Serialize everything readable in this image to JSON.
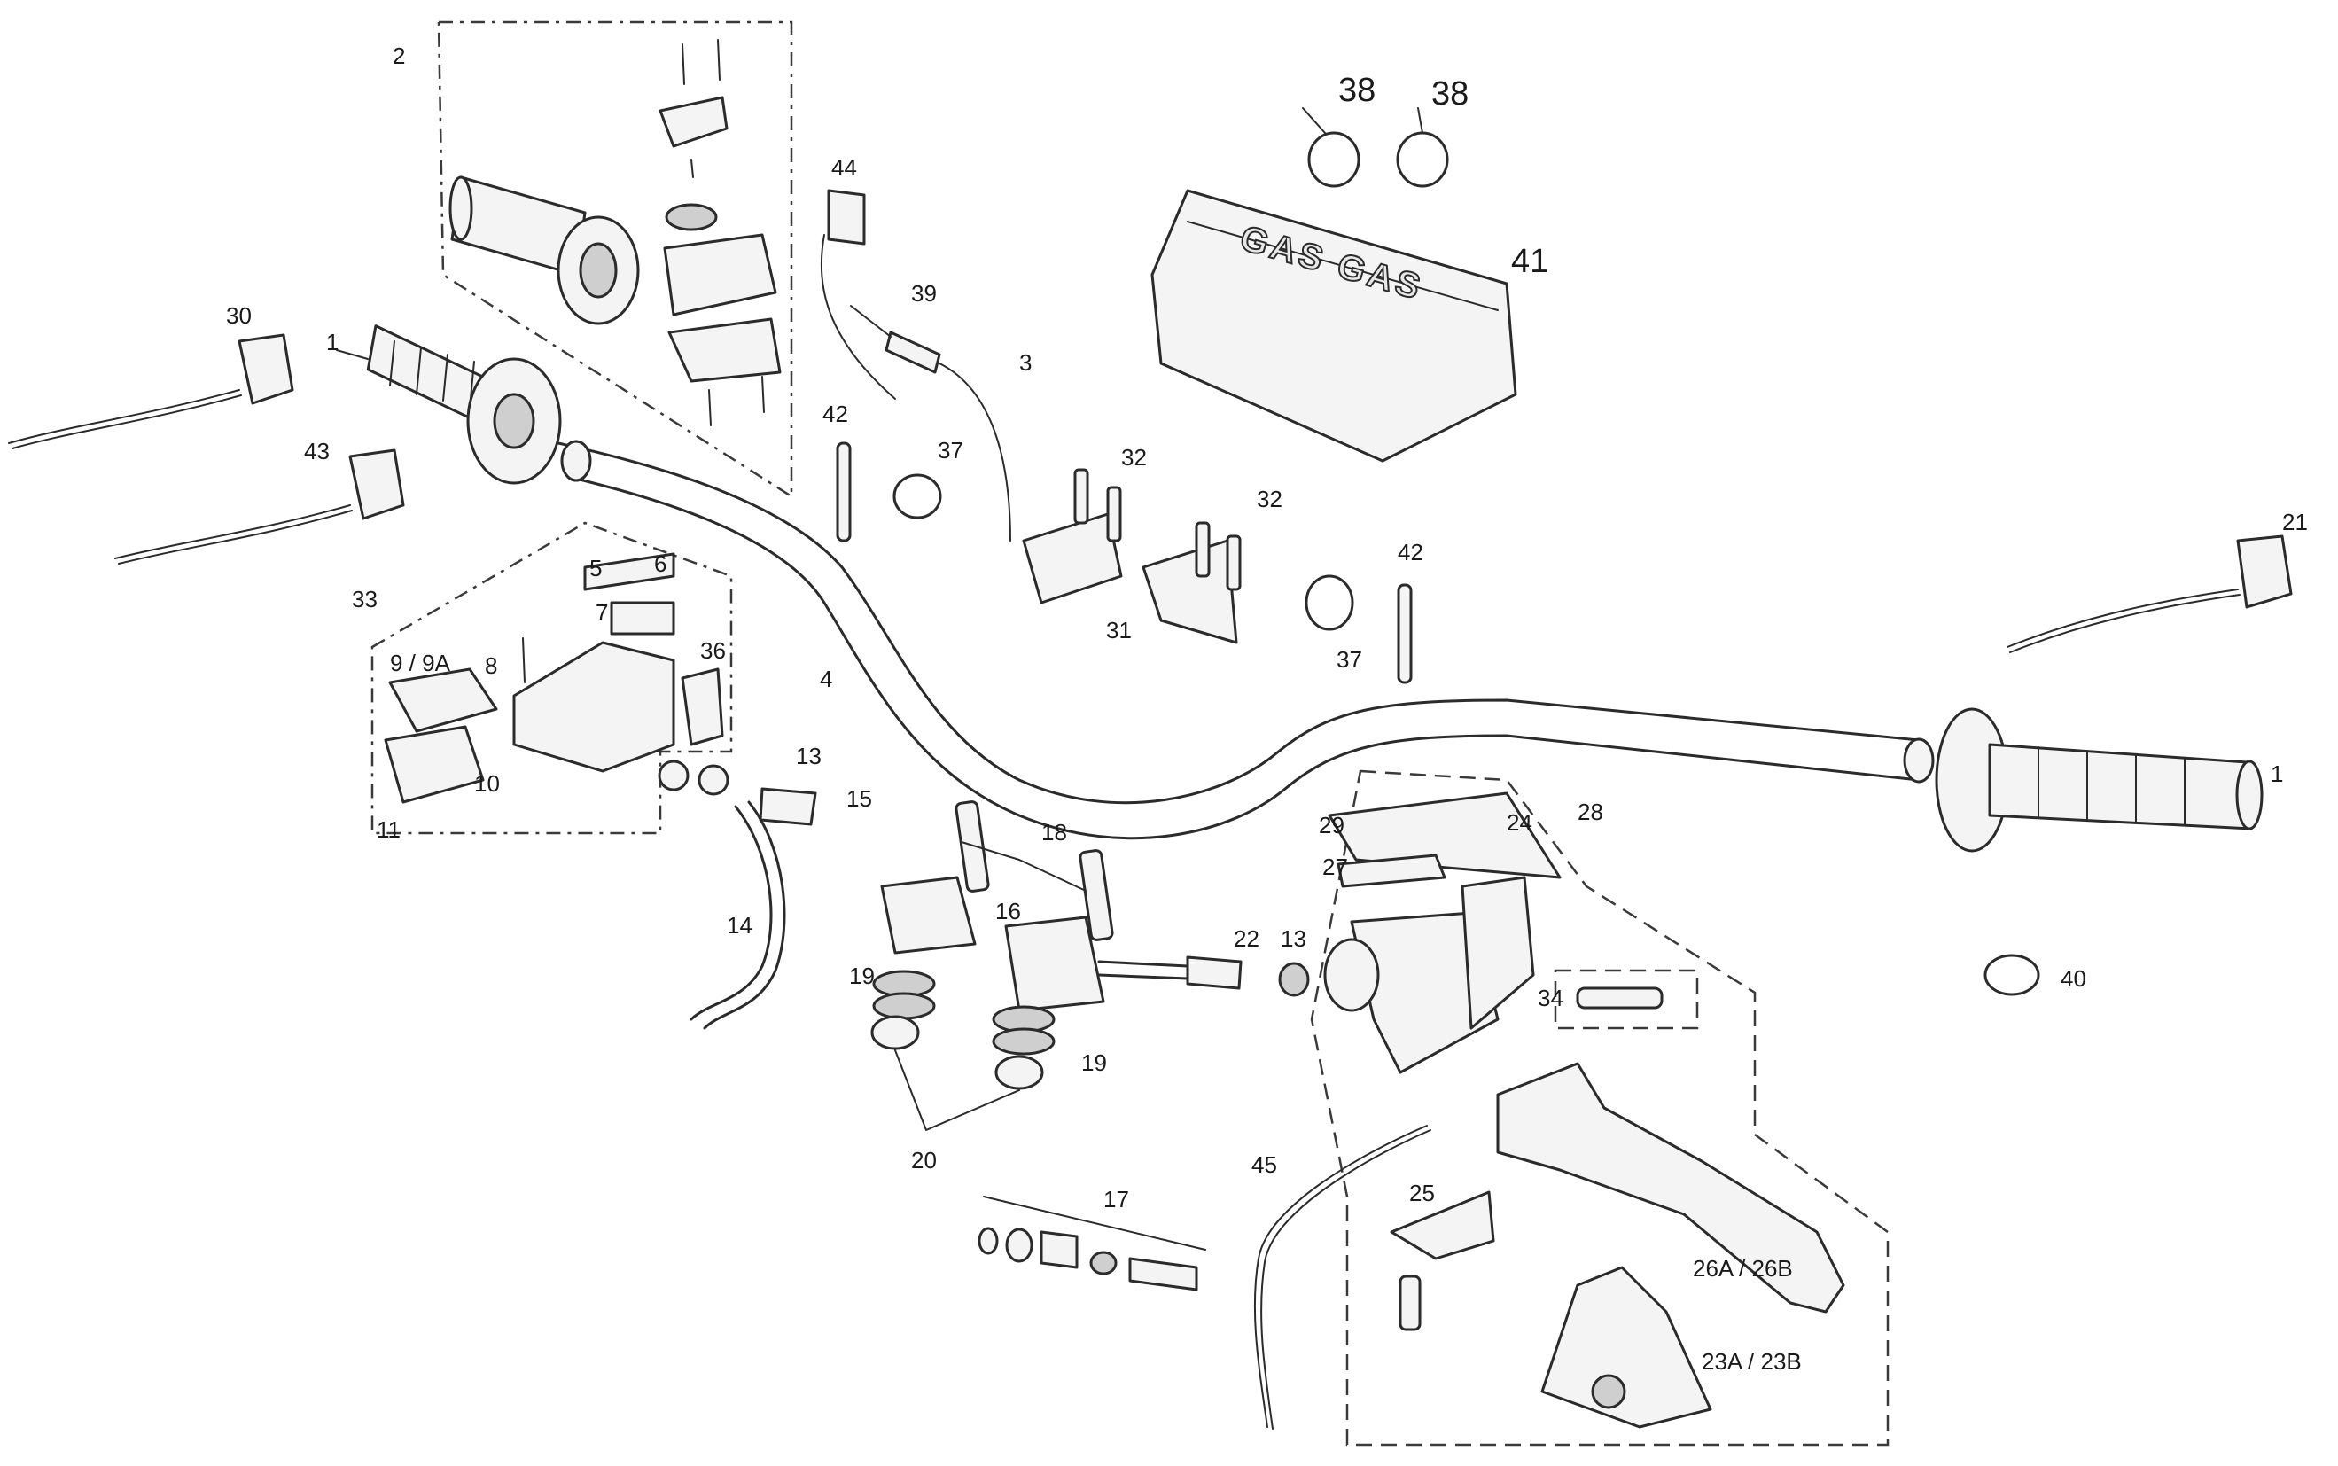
{
  "brand_text": "GAS GAS",
  "labels": [
    {
      "id": "lbl-2",
      "text": "2"
    },
    {
      "id": "lbl-30",
      "text": "30"
    },
    {
      "id": "lbl-1-left",
      "text": "1"
    },
    {
      "id": "lbl-43",
      "text": "43"
    },
    {
      "id": "lbl-33",
      "text": "33"
    },
    {
      "id": "lbl-5",
      "text": "5"
    },
    {
      "id": "lbl-6",
      "text": "6"
    },
    {
      "id": "lbl-7",
      "text": "7"
    },
    {
      "id": "lbl-9-9a",
      "text": "9 / 9A"
    },
    {
      "id": "lbl-8",
      "text": "8"
    },
    {
      "id": "lbl-36",
      "text": "36"
    },
    {
      "id": "lbl-10",
      "text": "10"
    },
    {
      "id": "lbl-11",
      "text": "11"
    },
    {
      "id": "lbl-4",
      "text": "4"
    },
    {
      "id": "lbl-13-left",
      "text": "13"
    },
    {
      "id": "lbl-15",
      "text": "15"
    },
    {
      "id": "lbl-14",
      "text": "14"
    },
    {
      "id": "lbl-44",
      "text": "44"
    },
    {
      "id": "lbl-39",
      "text": "39"
    },
    {
      "id": "lbl-3",
      "text": "3"
    },
    {
      "id": "lbl-42-left",
      "text": "42"
    },
    {
      "id": "lbl-37-left",
      "text": "37"
    },
    {
      "id": "lbl-38-a",
      "text": "38"
    },
    {
      "id": "lbl-38-b",
      "text": "38"
    },
    {
      "id": "lbl-41",
      "text": "41"
    },
    {
      "id": "lbl-32-a",
      "text": "32"
    },
    {
      "id": "lbl-32-b",
      "text": "32"
    },
    {
      "id": "lbl-31",
      "text": "31"
    },
    {
      "id": "lbl-42-right",
      "text": "42"
    },
    {
      "id": "lbl-37-right",
      "text": "37"
    },
    {
      "id": "lbl-21",
      "text": "21"
    },
    {
      "id": "lbl-1-right",
      "text": "1"
    },
    {
      "id": "lbl-18",
      "text": "18"
    },
    {
      "id": "lbl-16",
      "text": "16"
    },
    {
      "id": "lbl-19-a",
      "text": "19"
    },
    {
      "id": "lbl-19-b",
      "text": "19"
    },
    {
      "id": "lbl-20",
      "text": "20"
    },
    {
      "id": "lbl-22",
      "text": "22"
    },
    {
      "id": "lbl-13-right",
      "text": "13"
    },
    {
      "id": "lbl-29",
      "text": "29"
    },
    {
      "id": "lbl-24",
      "text": "24"
    },
    {
      "id": "lbl-28",
      "text": "28"
    },
    {
      "id": "lbl-27",
      "text": "27"
    },
    {
      "id": "lbl-34",
      "text": "34"
    },
    {
      "id": "lbl-40",
      "text": "40"
    },
    {
      "id": "lbl-17",
      "text": "17"
    },
    {
      "id": "lbl-45",
      "text": "45"
    },
    {
      "id": "lbl-25",
      "text": "25"
    },
    {
      "id": "lbl-26",
      "text": "26A / 26B"
    },
    {
      "id": "lbl-23",
      "text": "23A / 23B"
    }
  ]
}
